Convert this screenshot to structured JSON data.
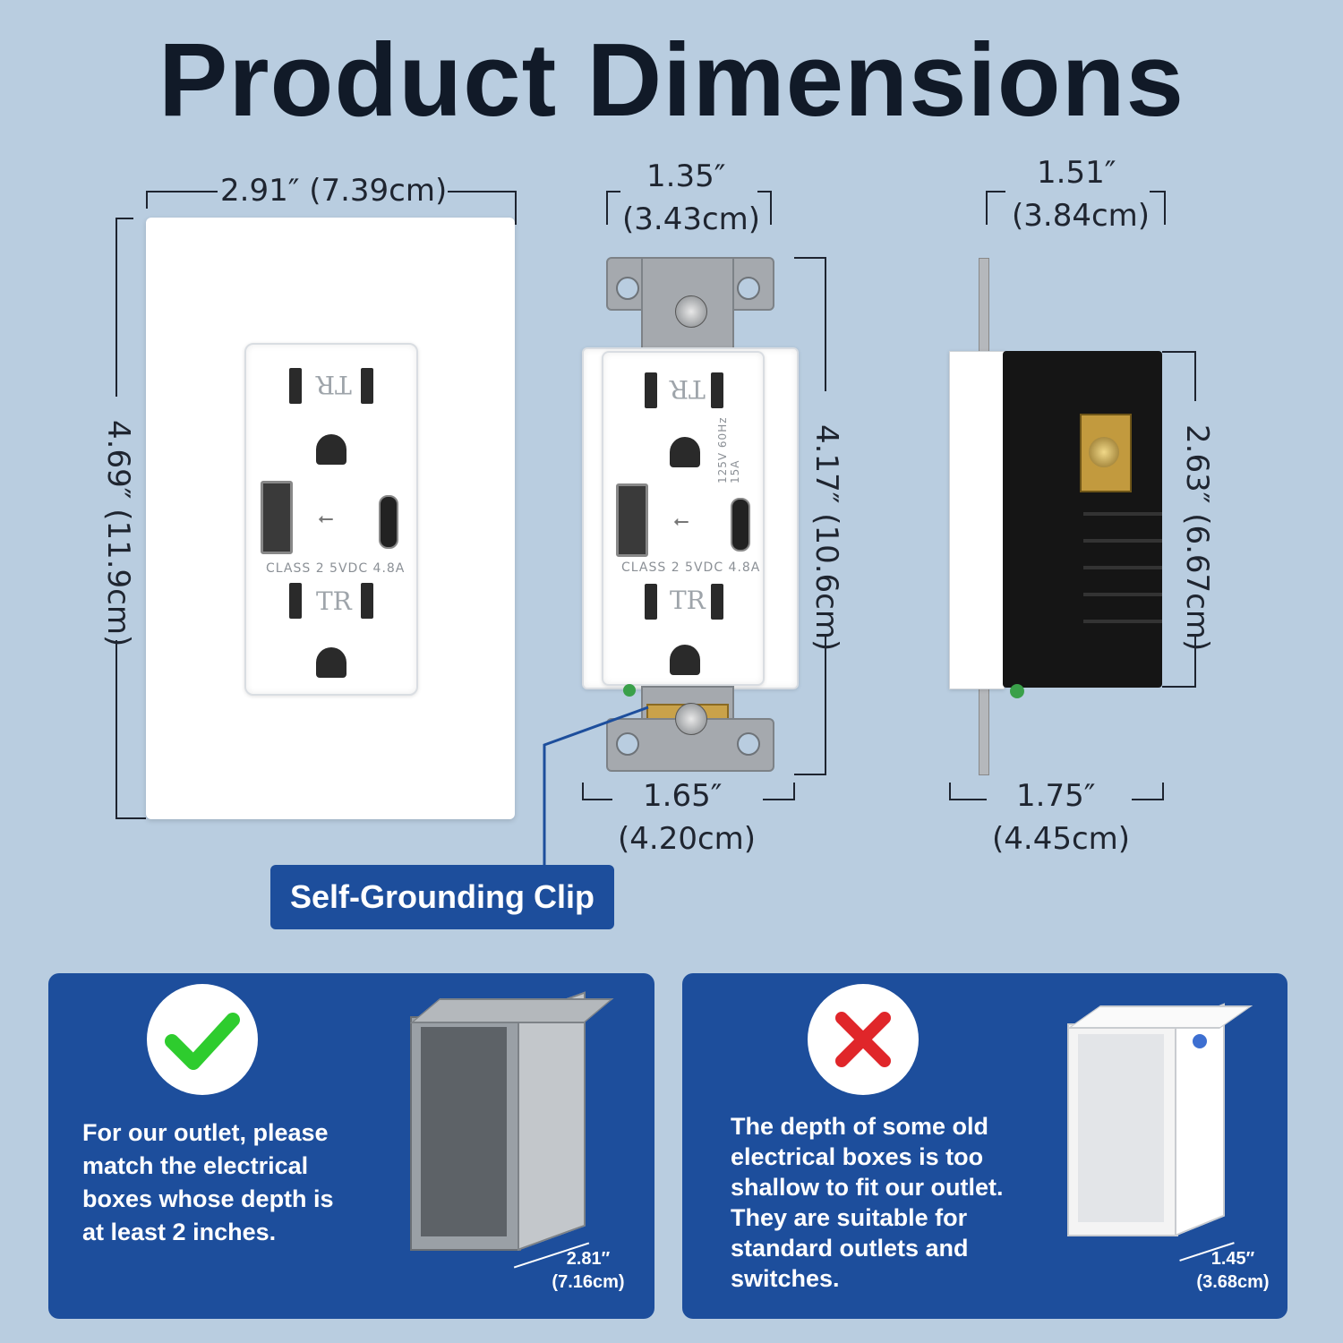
{
  "title": "Product Dimensions",
  "wallplate": {
    "width_label": "2.91″ (7.39cm)",
    "height_label": "4.69″ (11.9cm)"
  },
  "outlet_front": {
    "width_top_in": "1.35″",
    "width_top_cm": "(3.43cm)",
    "height_label": "4.17″ (10.6cm)",
    "width_bottom_in": "1.65″",
    "width_bottom_cm": "(4.20cm)",
    "spec_text": "CLASS  2  5VDC  4.8A",
    "rating_text": "125V  60Hz  15A",
    "tr_mark": "TR"
  },
  "outlet_side": {
    "depth_top_in": "1.51″",
    "depth_top_cm": "(3.84cm)",
    "height_label": "2.63″ (6.67cm)",
    "depth_bottom_in": "1.75″",
    "depth_bottom_cm": "(4.45cm)"
  },
  "callout": {
    "label": "Self-Grounding Clip"
  },
  "panel_good": {
    "icon": "check-icon",
    "icon_color": "#2ecc2e",
    "lines": [
      "For our outlet, please",
      "match the electrical",
      "boxes whose depth is",
      "at least 2 inches."
    ],
    "box_dim_in": "2.81″",
    "box_dim_cm": "(7.16cm)"
  },
  "panel_bad": {
    "icon": "cross-icon",
    "icon_color": "#e0262a",
    "lines": [
      "The depth of some old",
      "electrical boxes is too",
      "shallow to fit our outlet.",
      "They are suitable for",
      "standard outlets and",
      "switches."
    ],
    "box_dim_in": "1.45″",
    "box_dim_cm": "(3.68cm)"
  },
  "colors": {
    "background": "#b9cde0",
    "panel": "#1d4e9c",
    "title": "#111a28"
  }
}
